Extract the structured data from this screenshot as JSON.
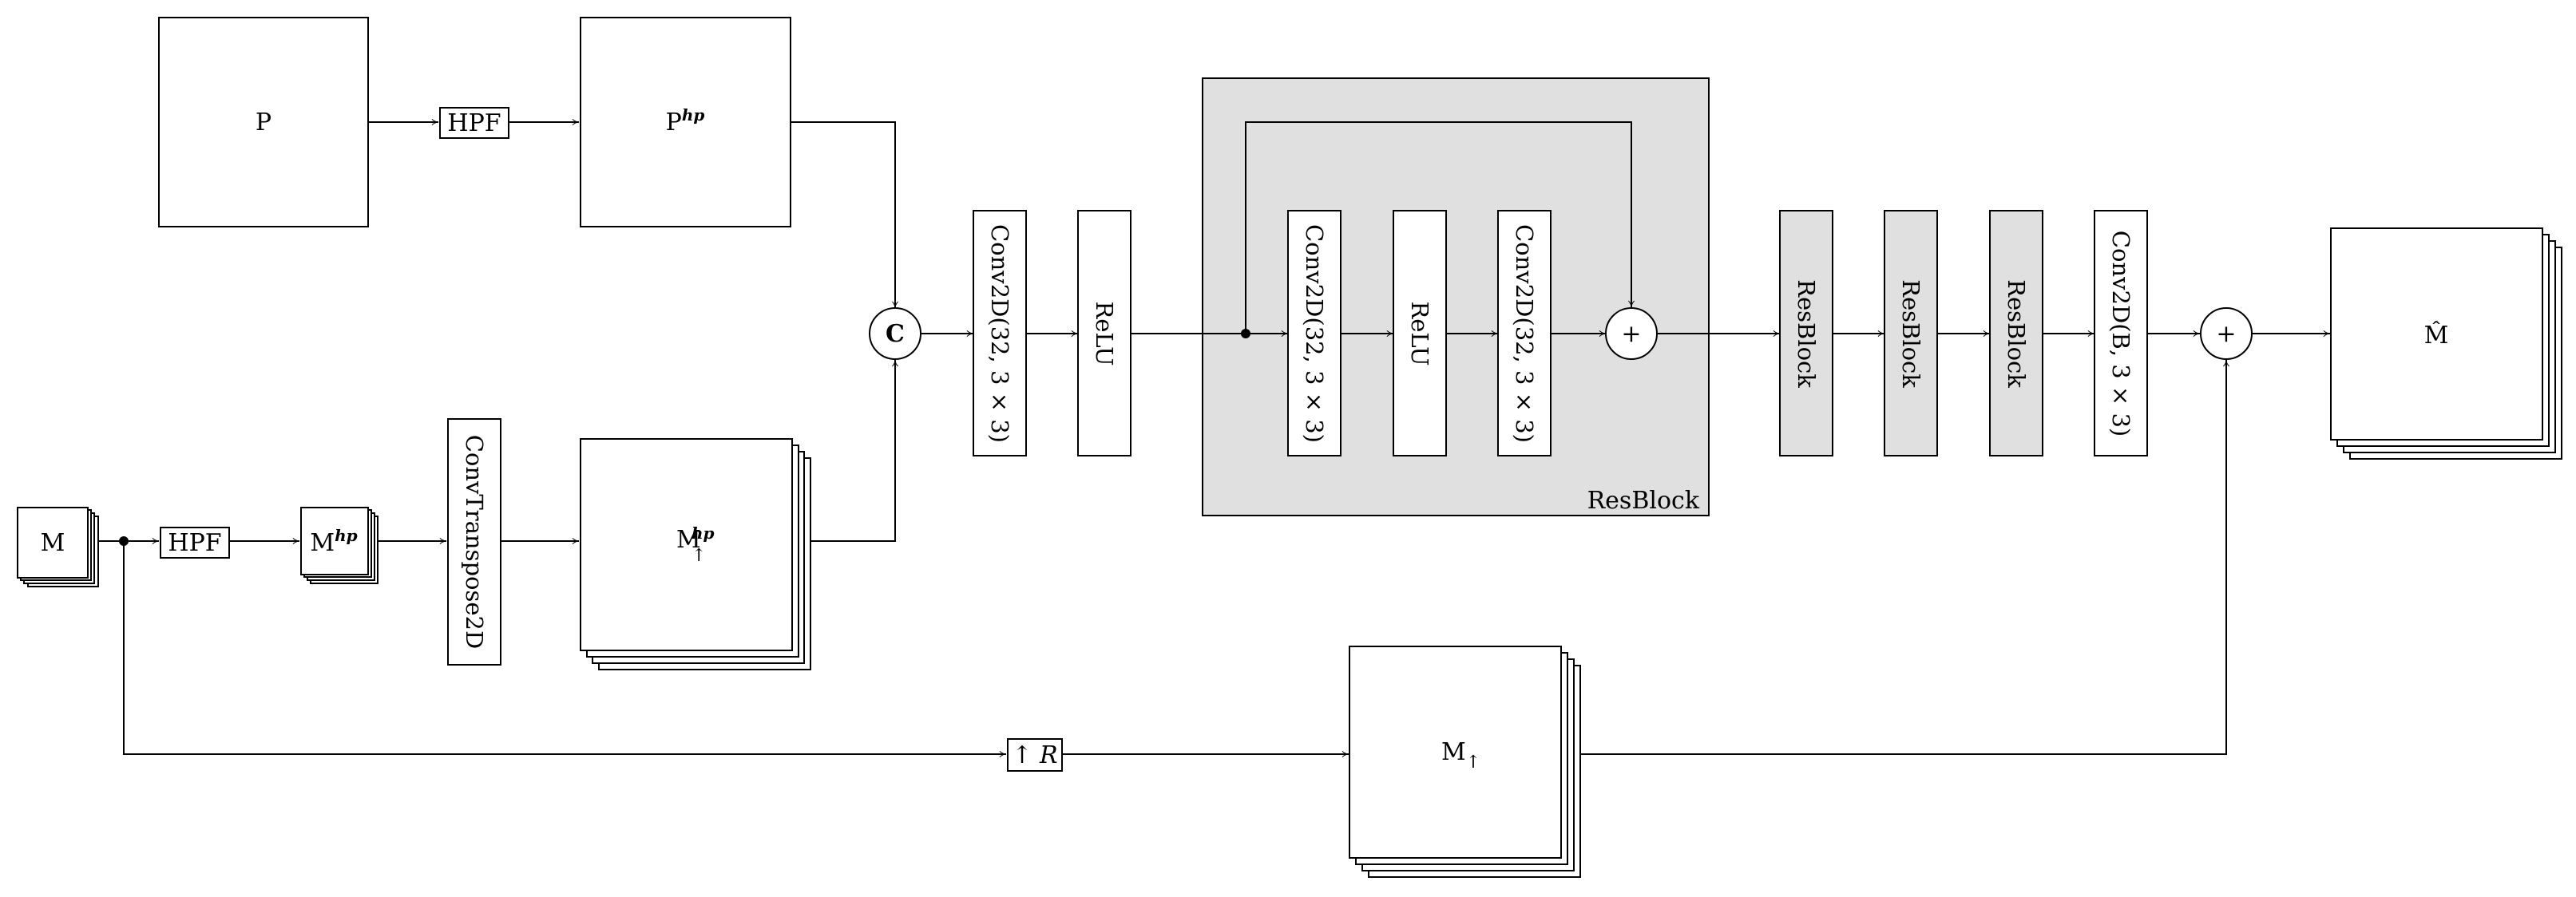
{
  "diagram": {
    "nodes": {
      "p": "P",
      "hpf_top": "HPF",
      "p_hp": {
        "base": "P",
        "sup": "hp"
      },
      "m": "M",
      "hpf_bottom": "HPF",
      "m_hp": {
        "base": "M",
        "sup": "hp"
      },
      "conv_transpose": "ConvTranspose2D",
      "m_up_hp": {
        "base": "M",
        "sup": "hp",
        "sub": "↑"
      },
      "concat": "C",
      "conv1": "Conv2D(32, 3 × 3)",
      "relu1": "ReLU",
      "resblock_detail_label": "ResBlock",
      "rb_conv1": "Conv2D(32, 3 × 3)",
      "rb_relu": "ReLU",
      "rb_conv2": "Conv2D(32, 3 × 3)",
      "rb_add": "+",
      "resblock1": "ResBlock",
      "resblock2": "ResBlock",
      "resblock3": "ResBlock",
      "conv_out": "Conv2D(B, 3 × 3)",
      "add_out": "+",
      "m_hat": "M̂",
      "upsample_r": "↑ R",
      "m_up": {
        "base": "M",
        "sub": "↑"
      }
    },
    "colors": {
      "stroke": "#000000",
      "resblock_fill": "#e0e0e0",
      "node_fill": "#ffffff"
    }
  }
}
